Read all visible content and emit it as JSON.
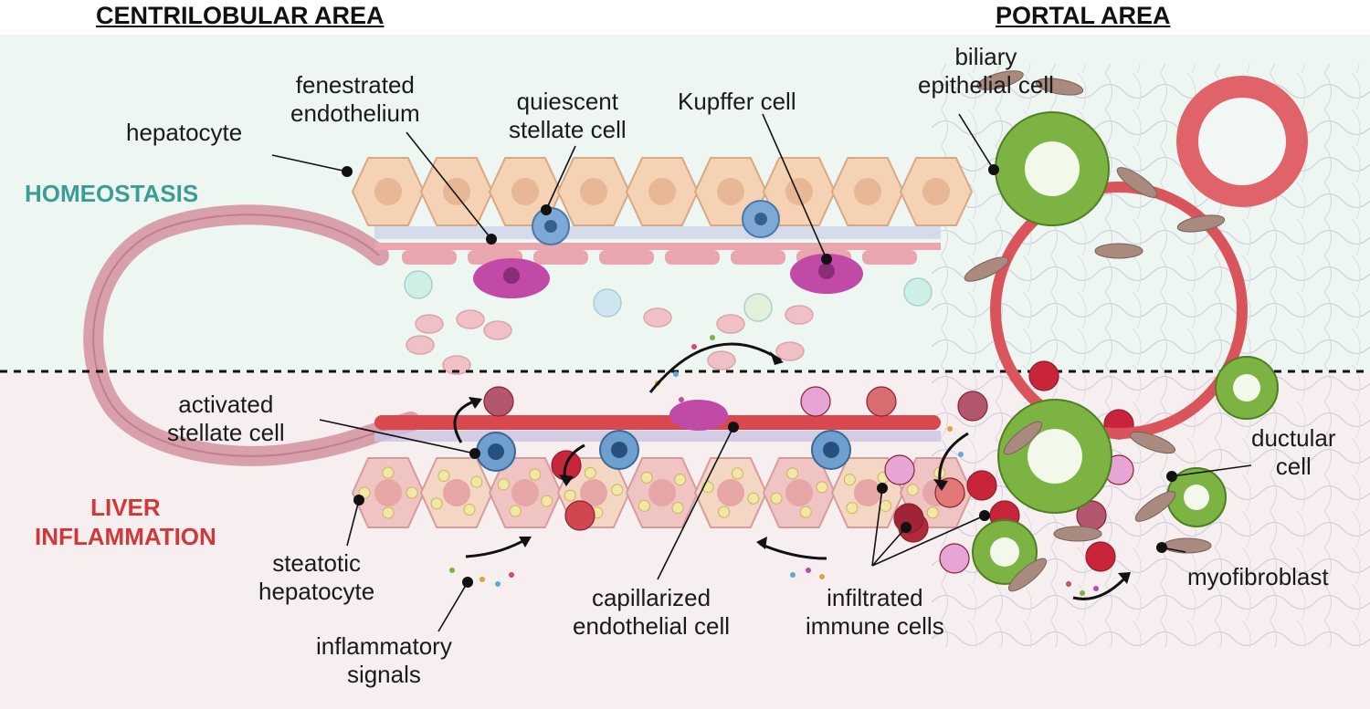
{
  "titles": {
    "left": "CENTRILOBULAR AREA",
    "right": "PORTAL AREA"
  },
  "states": {
    "top": {
      "lines": [
        "HOMEOSTASIS"
      ],
      "color": "#3a9e96"
    },
    "bottom": {
      "lines": [
        "LIVER",
        "INFLAMMATION"
      ],
      "color": "#d0383a"
    }
  },
  "labels": {
    "hepatocyte": [
      "hepatocyte"
    ],
    "fenestrated_endothelium": [
      "fenestrated",
      "endothelium"
    ],
    "quiescent_stellate": [
      "quiescent",
      "stellate cell"
    ],
    "kupffer": [
      "Kupffer cell"
    ],
    "biliary": [
      "biliary",
      "epithelial cell"
    ],
    "activated_stellate": [
      "activated",
      "stellate cell"
    ],
    "steatotic": [
      "steatotic",
      "hepatocyte"
    ],
    "inflammatory": [
      "inflammatory",
      "signals"
    ],
    "capillarized": [
      "capillarized",
      "endothelial cell"
    ],
    "infiltrated": [
      "infiltrated",
      "immune cells"
    ],
    "ductular": [
      "ductular",
      "cell"
    ],
    "myofibroblast": [
      "myofibroblast"
    ]
  },
  "colors": {
    "homeostasis_bg": "#eef6f1",
    "inflammation_bg": "#f7efef",
    "hepatocyte": "#f4d2b3",
    "stellate": "#6f9fcf",
    "kupffer": "#c04aa6",
    "endothelium": "#e8a6ae",
    "capillarized": "#d9484f",
    "biliary": "#78b33c",
    "immune_red": "#c8253a",
    "immune_pink": "#e6a5d5",
    "myofibroblast": "#a88a7e"
  }
}
